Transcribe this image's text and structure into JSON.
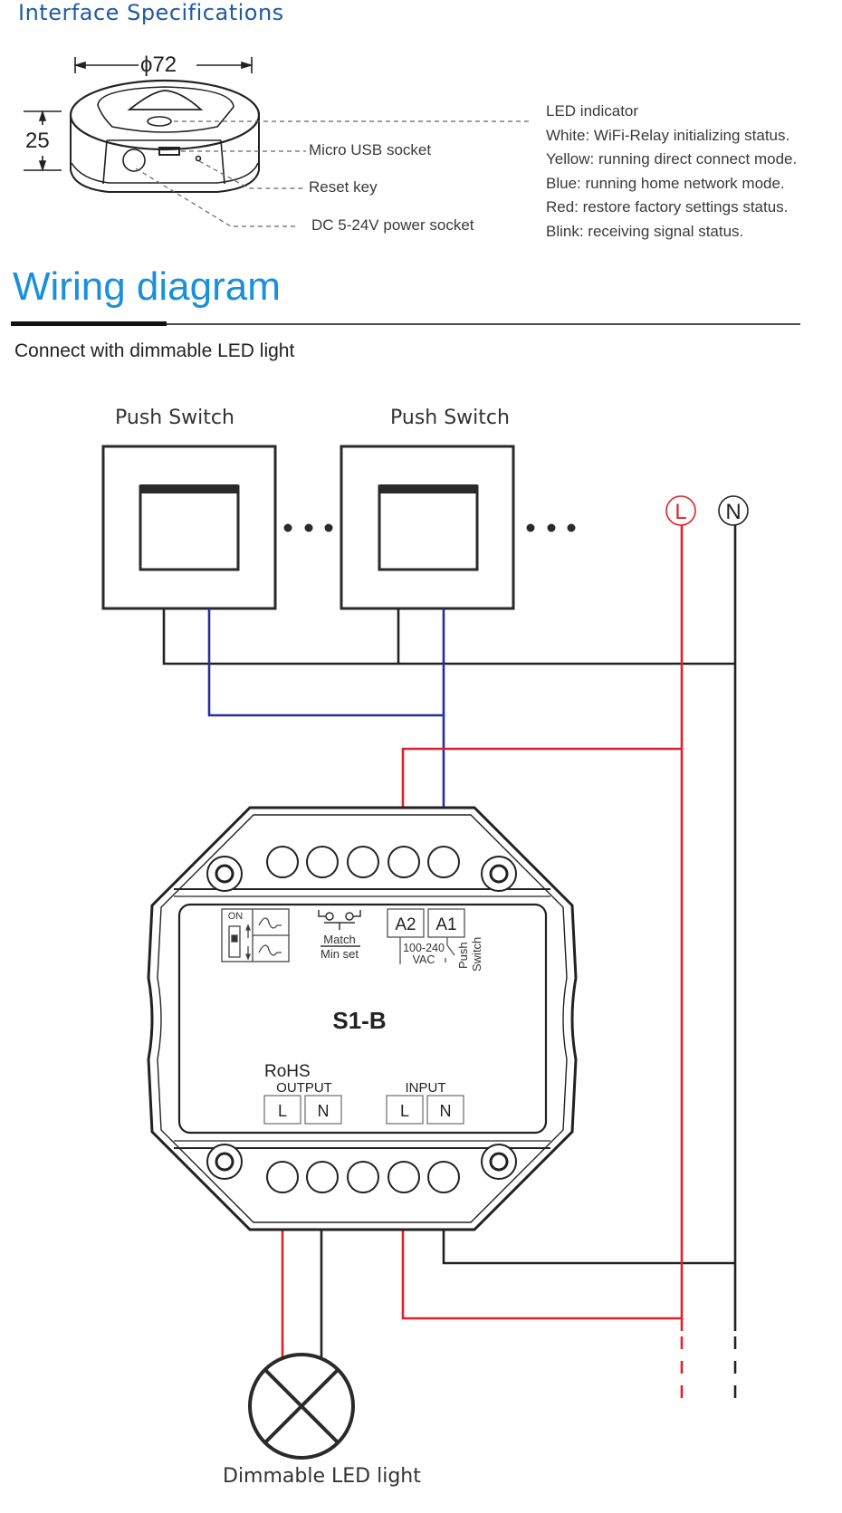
{
  "interface_specifications": {
    "title": "Interface Specifications",
    "diameter_label": "ϕ72",
    "height_label": "25",
    "callouts": {
      "micro_usb": "Micro USB socket",
      "reset_key": "Reset key",
      "dc_power": "DC 5-24V power socket"
    },
    "led_indicator": {
      "heading": "LED indicator",
      "lines": [
        "White: WiFi-Relay initializing status.",
        "Yellow: running direct connect mode.",
        "Blue: running home network mode.",
        "Red: restore factory settings status.",
        "Blink: receiving signal status."
      ]
    }
  },
  "wiring": {
    "title": "Wiring diagram",
    "subtitle": "Connect with dimmable LED light",
    "switches": [
      {
        "label": "Push Switch"
      },
      {
        "label": "Push Switch"
      }
    ],
    "mains": {
      "live": "L",
      "neutral": "N"
    },
    "controller": {
      "model": "S1-B",
      "dip_on": "ON",
      "match_label": "Match",
      "minset_label": "Min set",
      "term_a2": "A2",
      "term_a1": "A1",
      "voltage_line1": "100-240",
      "voltage_line2": "VAC",
      "push_line1": "Push",
      "push_line2": "Switch",
      "rohs": "RoHS",
      "output_label": "OUTPUT",
      "input_label": "INPUT",
      "output_terms": [
        "L",
        "N"
      ],
      "input_terms": [
        "L",
        "N"
      ]
    },
    "lamp_label": "Dimmable LED light",
    "colors": {
      "live": "#e0202a",
      "switch_signal": "#22309a",
      "neutral": "#222222",
      "heading_blue": "#1a8fdd",
      "spec_blue": "#1f5aa6"
    }
  }
}
